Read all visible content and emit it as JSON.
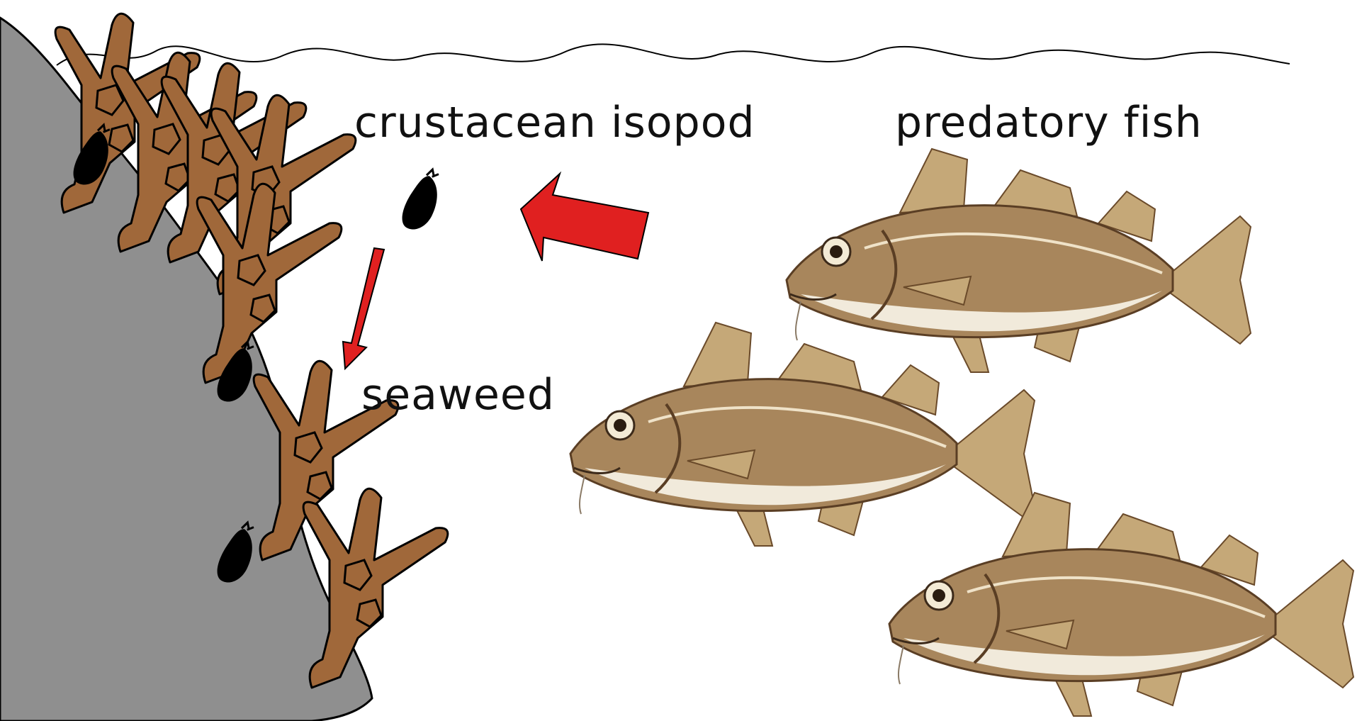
{
  "labels": {
    "isopod": "crustacean isopod",
    "fish": "predatory fish",
    "seaweed": "seaweed"
  },
  "colors": {
    "rock": "#8f8f8f",
    "seaweed_fill": "#a0683a",
    "arrow": "#e02020",
    "isopod": "#000000",
    "fish_body": "#a8865c",
    "fish_dark": "#5a3e24",
    "fish_belly": "#f1eadb",
    "fish_fin": "#c5a878"
  },
  "icons": [
    "rock-icon",
    "seaweed-icon",
    "isopod-icon",
    "fish-icon",
    "arrow-icon",
    "water-surface-icon"
  ]
}
